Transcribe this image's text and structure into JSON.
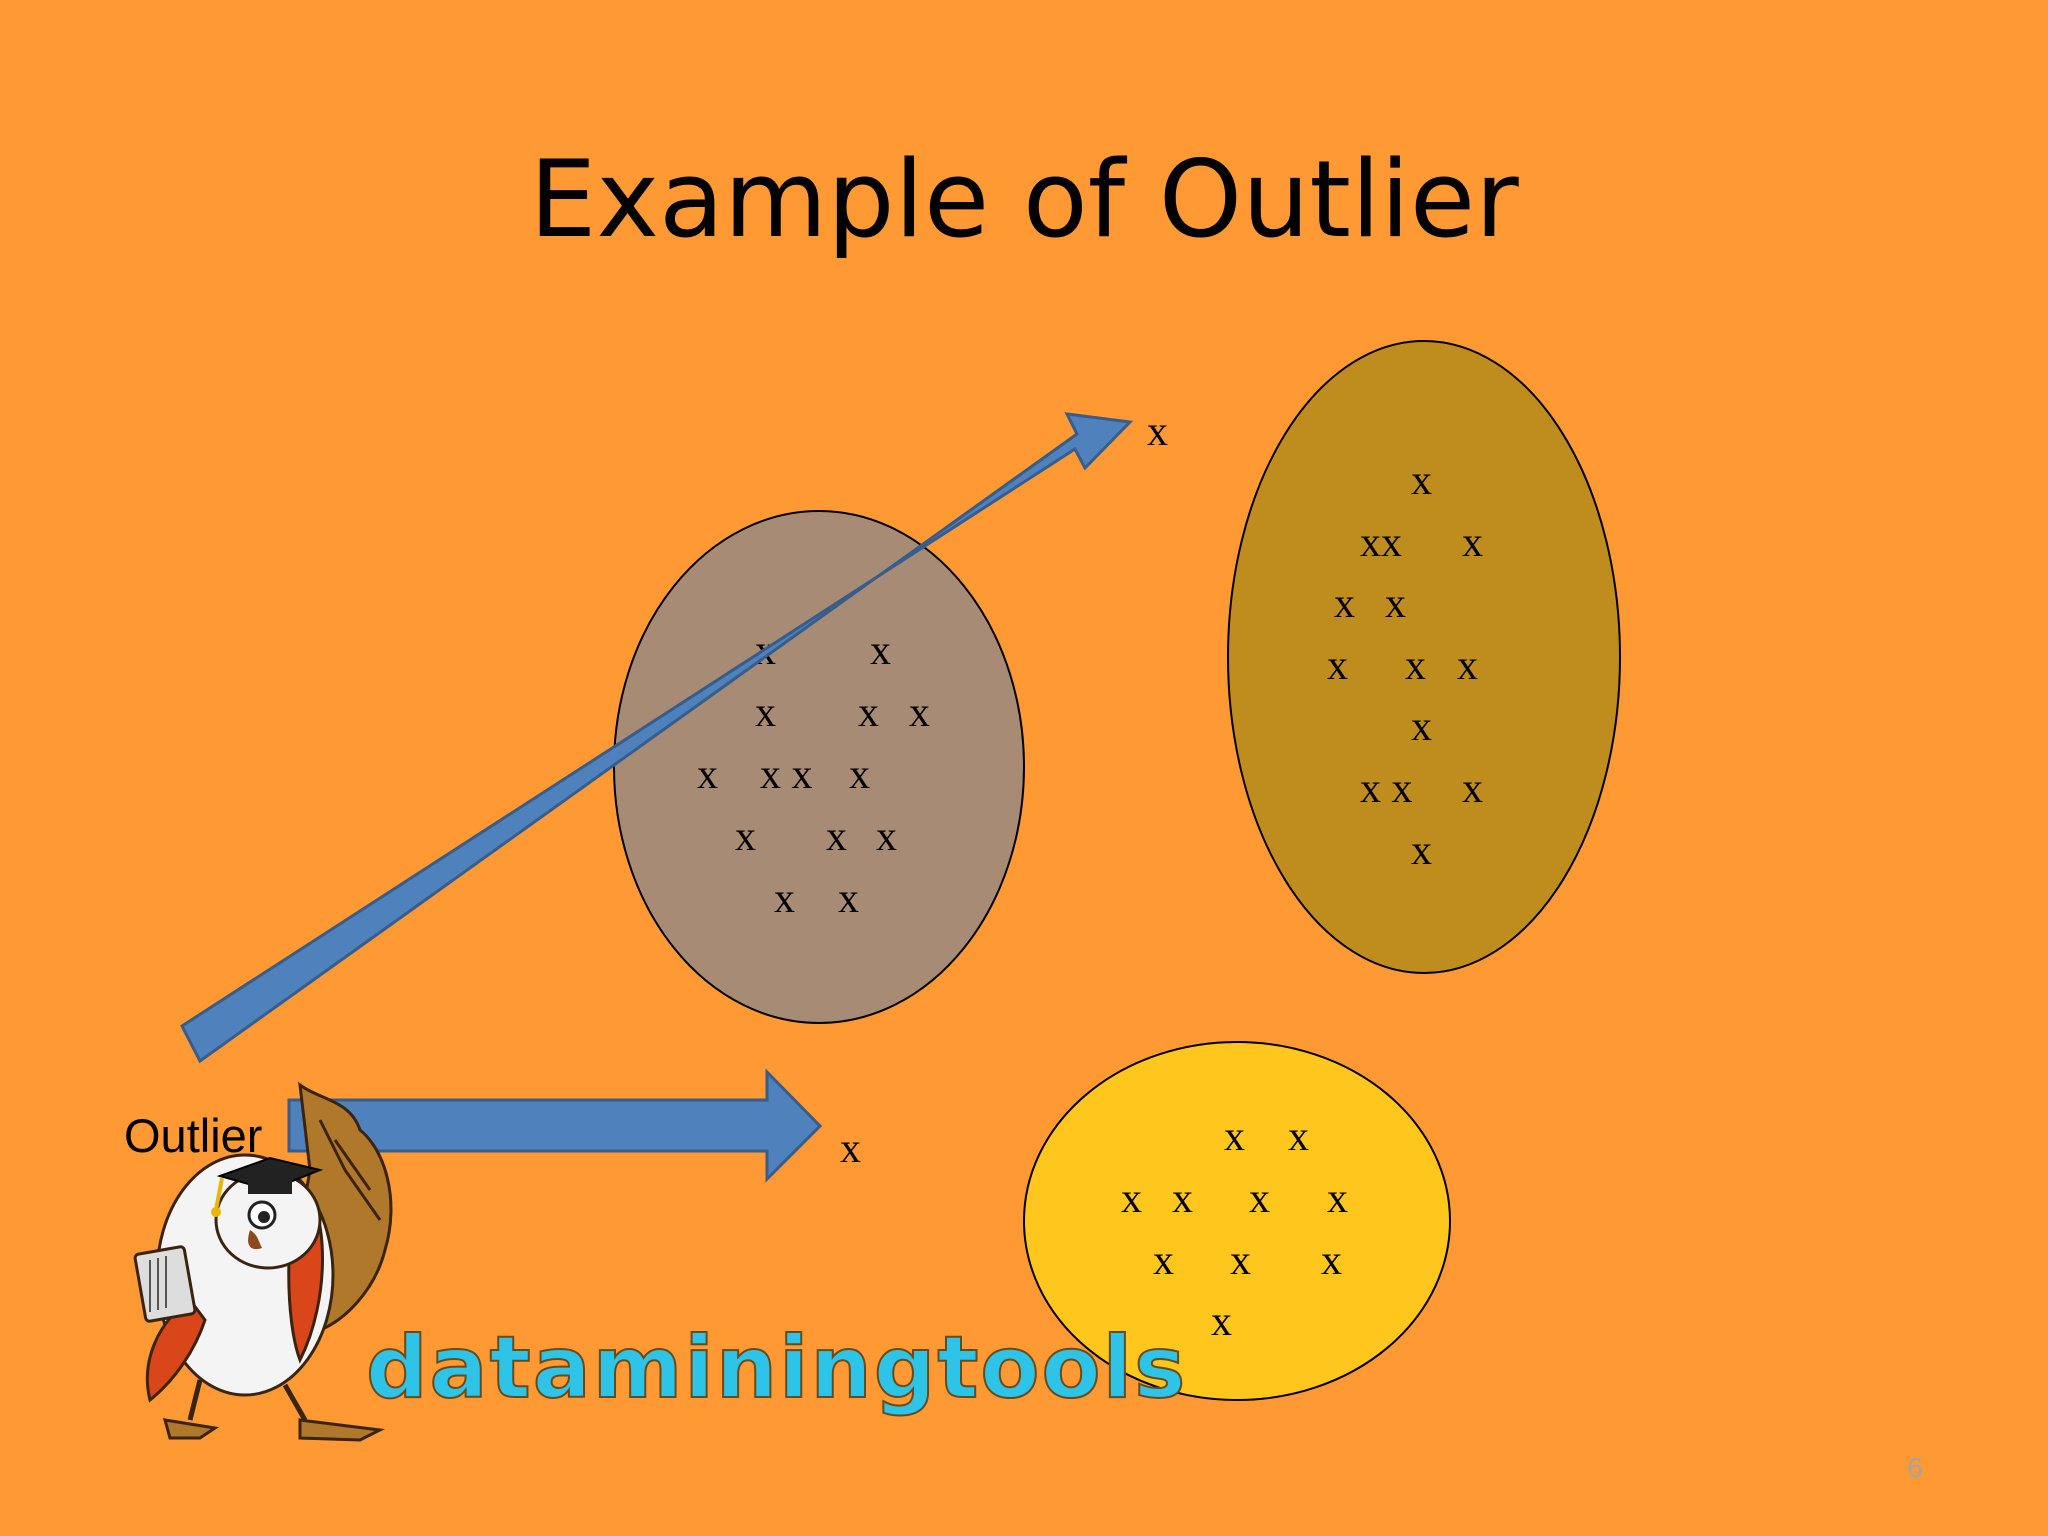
{
  "slide": {
    "title": "Example of Outlier",
    "outlier_label": "Outlier",
    "page_number": "6",
    "logo_text": "dataminingtools",
    "outlier_points": [
      "x",
      "x"
    ],
    "clusters": [
      {
        "name": "brown-cluster",
        "fill": "#A88B75",
        "rows": [
          [
            "x",
            "x"
          ],
          [
            "x",
            "x",
            "x"
          ],
          [
            "x",
            "x x",
            "x"
          ],
          [
            "x",
            "x",
            "x"
          ],
          [
            "x",
            "x"
          ]
        ]
      },
      {
        "name": "gold-cluster",
        "fill": "#BF8C1E",
        "rows": [
          [
            "x"
          ],
          [
            "xx",
            "x"
          ],
          [
            "x",
            "x"
          ],
          [
            "x",
            "x",
            "x"
          ],
          [
            "x"
          ],
          [
            "x x",
            "x"
          ],
          [
            "x"
          ]
        ]
      },
      {
        "name": "yellow-cluster",
        "fill": "#FFC61E",
        "rows": [
          [
            "x",
            "x"
          ],
          [
            "x",
            "x",
            "x",
            "x"
          ],
          [
            "x",
            "x",
            "x"
          ],
          [
            "x"
          ]
        ]
      }
    ],
    "colors": {
      "background": "#FF9933",
      "arrow": "#4F81BD",
      "arrow_stroke": "#385D8A"
    },
    "icons": [
      "owl-mascot-icon",
      "graduation-cap-icon",
      "book-icon"
    ]
  }
}
